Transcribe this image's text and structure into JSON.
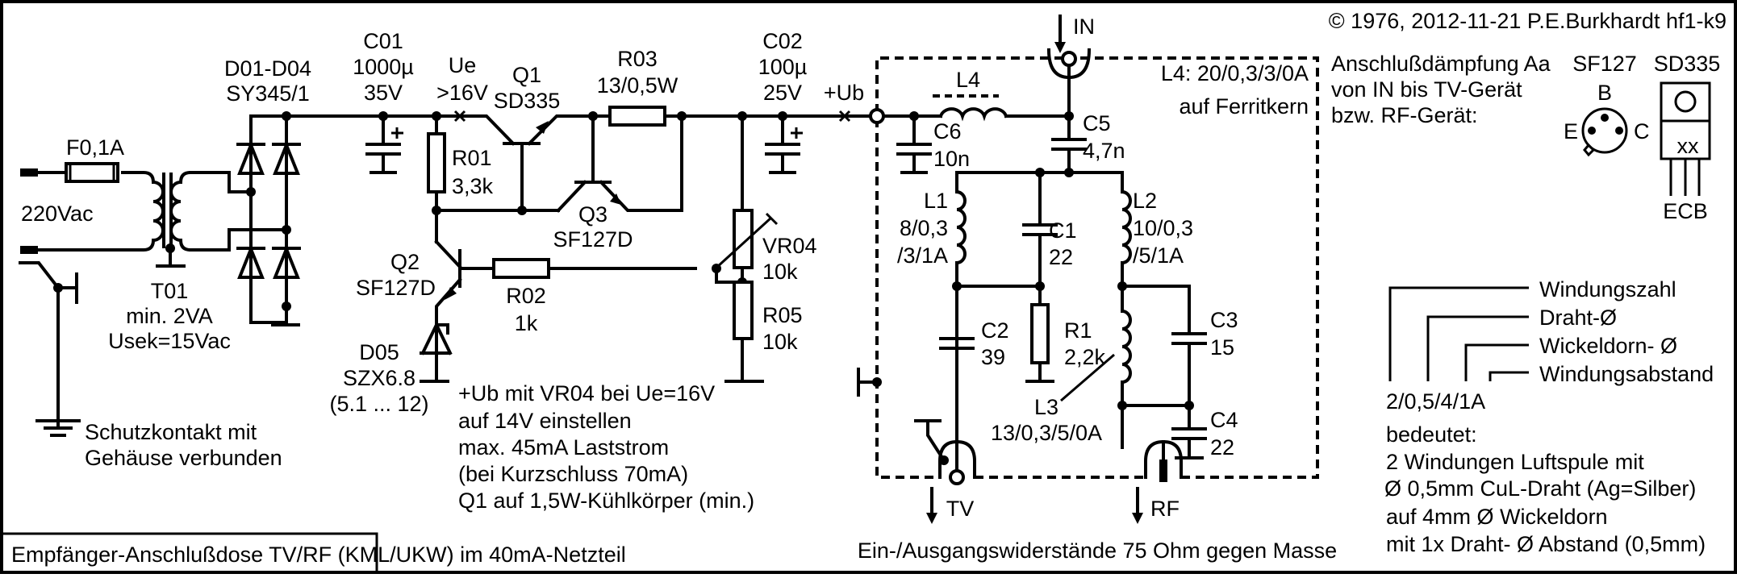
{
  "title": "Empfänger-Anschlußdose TV/RF (KML/UKW) im 40mA-Netzteil",
  "copyright": "© 1976, 2012-11-21 P.E.Burkhardt hf1-k9",
  "power_supply": {
    "mains": "220Vac",
    "fuse": "F0,1A",
    "transformer": [
      "T01",
      "min. 2VA",
      "Usek=15Vac"
    ],
    "bridge": [
      "D01-D04",
      "SY345/1"
    ],
    "c01": [
      "C01",
      "1000µ",
      "35V"
    ],
    "ue": [
      "Ue",
      ">16V"
    ],
    "r01": [
      "R01",
      "3,3k"
    ],
    "q1": [
      "Q1",
      "SD335"
    ],
    "r03": [
      "R03",
      "13/0,5W"
    ],
    "q3": [
      "Q3",
      "SF127D"
    ],
    "q2": [
      "Q2",
      "SF127D"
    ],
    "r02": [
      "R02",
      "1k"
    ],
    "d05": [
      "D05",
      "SZX6.8",
      "(5.1 ... 12)"
    ],
    "c02": [
      "C02",
      "100µ",
      "25V"
    ],
    "ub": "+Ub",
    "vr04": [
      "VR04",
      "10k"
    ],
    "r05": [
      "R05",
      "10k"
    ],
    "earth_note": [
      "Schutzkontakt mit",
      "Gehäuse verbunden"
    ],
    "notes": [
      "+Ub mit VR04 bei Ue=16V",
      "auf 14V einstellen",
      "max. 45mA Laststrom",
      "(bei Kurzschluss 70mA)",
      "Q1 auf 1,5W-Kühlkörper (min.)"
    ]
  },
  "splitter": {
    "in": "IN",
    "tv": "TV",
    "rf": "RF",
    "l4": "L4",
    "l4_note": [
      "L4: 20/0,3/3/0A",
      "auf Ferritkern"
    ],
    "c6": [
      "C6",
      "10n"
    ],
    "c5": [
      "C5",
      "4,7n"
    ],
    "l1": [
      "L1",
      "8/0,3",
      "/3/1A"
    ],
    "c1": [
      "C1",
      "22"
    ],
    "l2": [
      "L2",
      "10/0,3",
      "/5/1A"
    ],
    "c2": [
      "C2",
      "39"
    ],
    "r1": [
      "R1",
      "2,2k"
    ],
    "c3": [
      "C3",
      "15"
    ],
    "l3": [
      "L3",
      "13/0,3/5/0A"
    ],
    "c4": [
      "C4",
      "22"
    ],
    "impedance_note": "Ein-/Ausgangswiderstände 75 Ohm gegen Masse"
  },
  "attenuation": [
    "Anschlußdämpfung Aa",
    "von IN bis TV-Gerät",
    "bzw. RF-Gerät:"
  ],
  "pinouts": {
    "sf127": {
      "name": "SF127",
      "pins": [
        "B",
        "E",
        "C"
      ]
    },
    "sd335": {
      "name": "SD335",
      "marking": "xx",
      "pins": "ECB"
    }
  },
  "legend": {
    "fields": [
      "Windungszahl",
      "Draht-Ø",
      "Wickeldorn- Ø",
      "Windungsabstand"
    ],
    "example": "2/0,5/4/1A",
    "explanation": [
      "bedeutet:",
      "2 Windungen Luftspule mit",
      "Ø 0,5mm CuL-Draht (Ag=Silber)",
      "auf 4mm Ø  Wickeldorn",
      "mit 1x Draht- Ø  Abstand (0,5mm)"
    ]
  }
}
